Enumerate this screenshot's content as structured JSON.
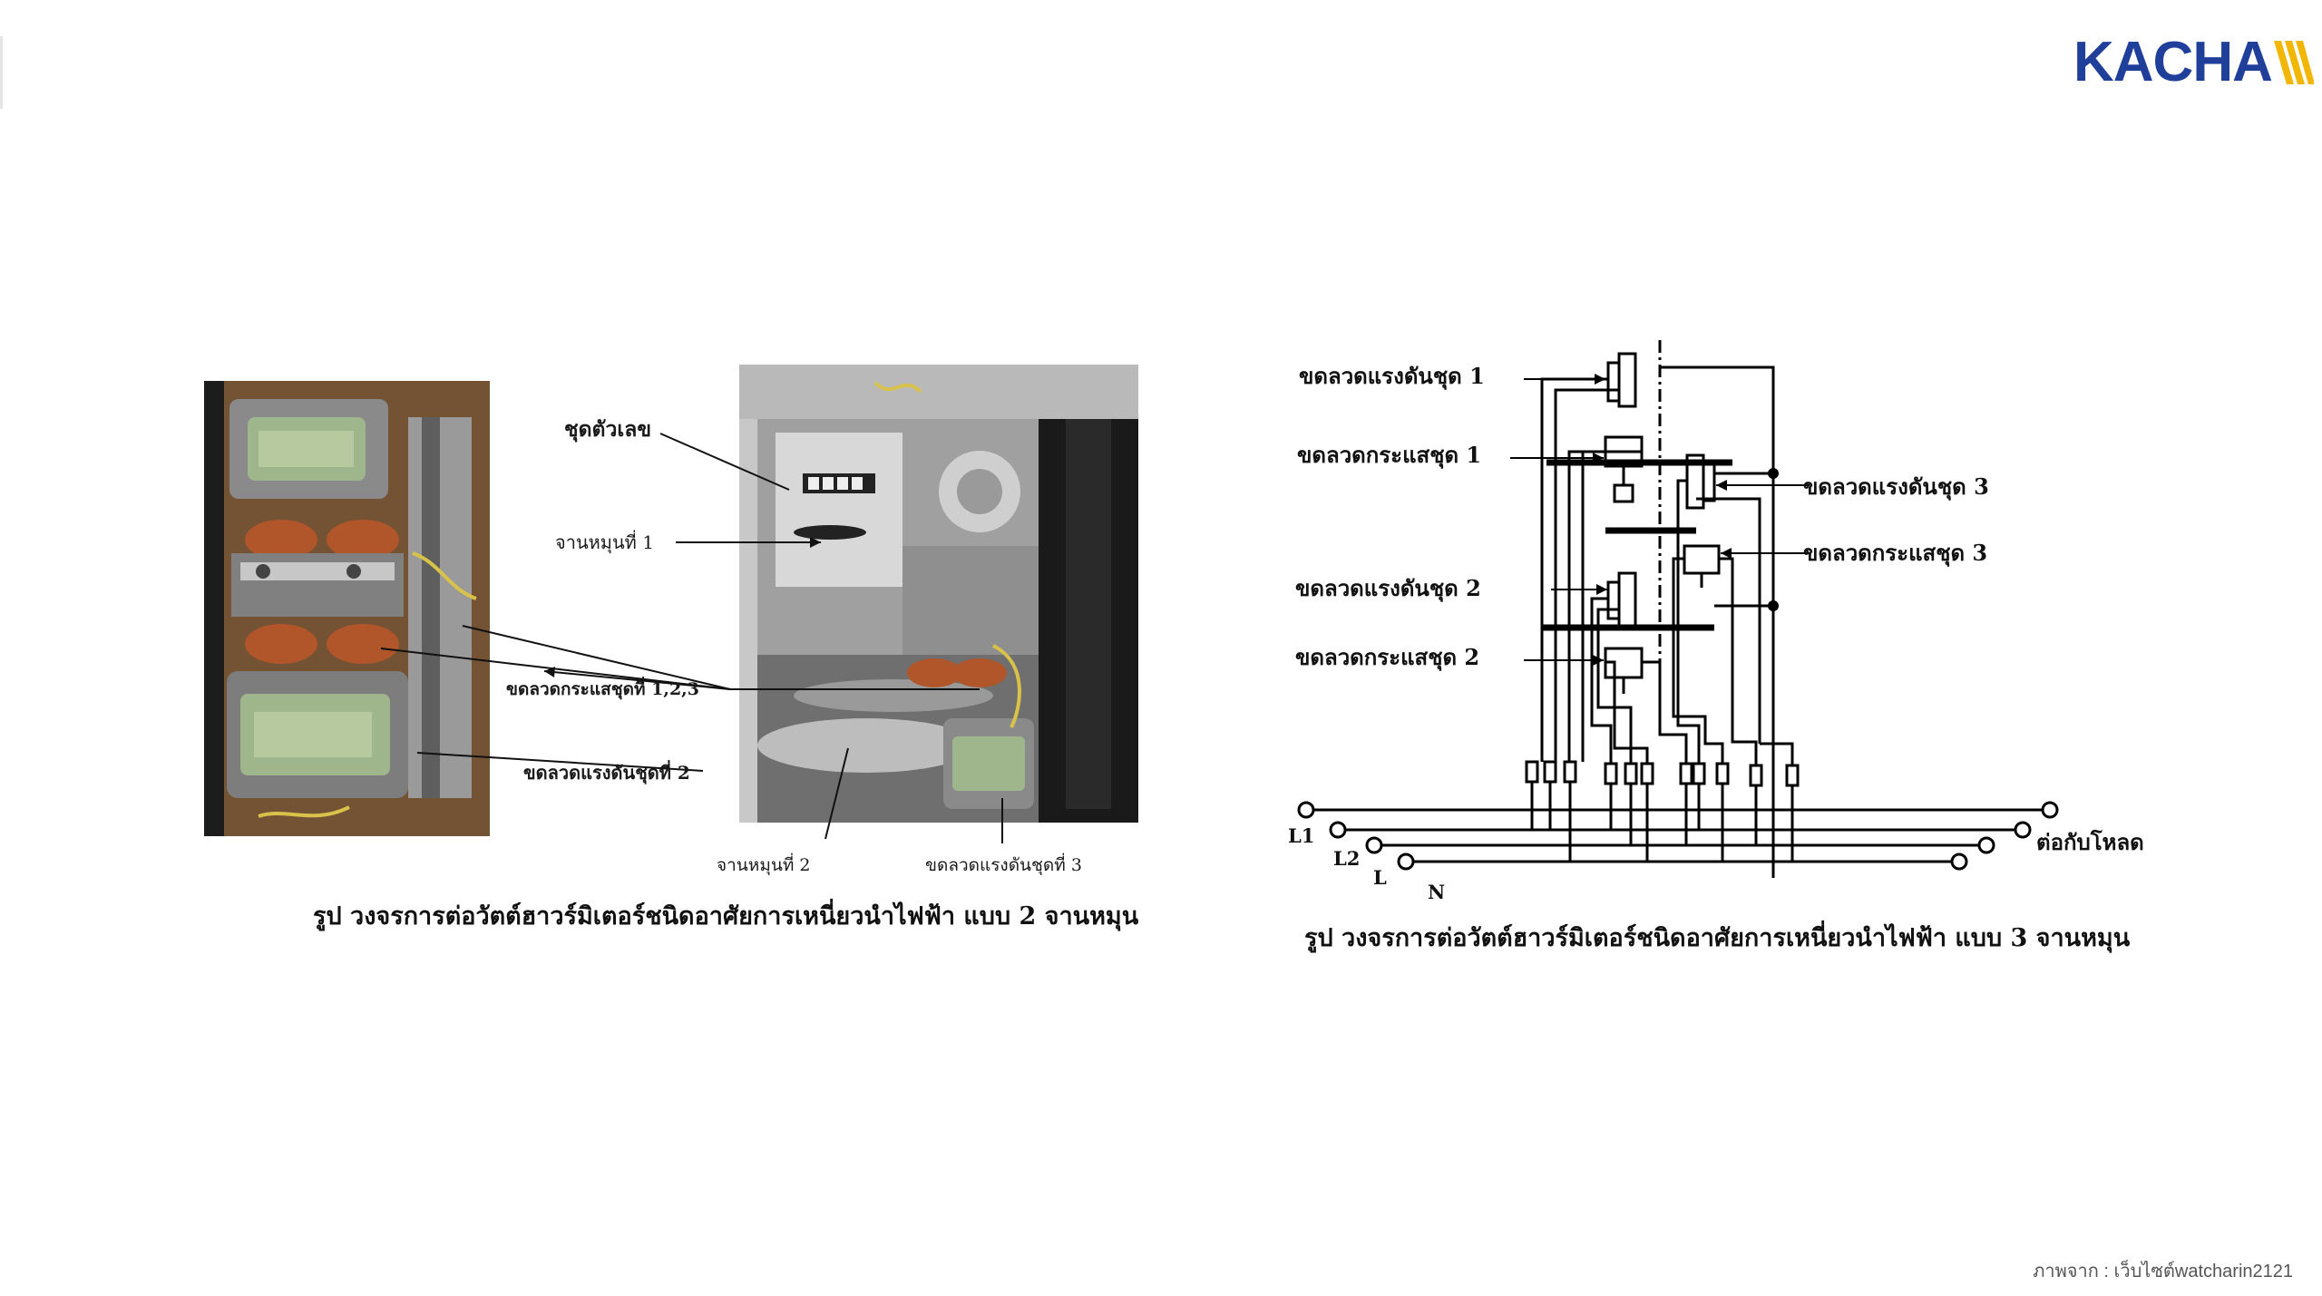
{
  "brand": {
    "name": "KACHA",
    "accent_color": "#f2b705",
    "text_color": "#1f3f9a"
  },
  "figure_left": {
    "labels": {
      "register": "ชุดตัวเลข",
      "disk1": "จานหมุนที่ 1",
      "current_coils": "ขดลวดกระแสชุดที่ 1,2,3",
      "voltage_coil2": "ขดลวดแรงดันชุดที่ 2",
      "disk2": "จานหมุนที่ 2",
      "voltage_coil3": "ขดลวดแรงดันชุดที่ 3"
    },
    "caption": "รูป วงจรการต่อวัตต์ฮาวร์มิเตอร์ชนิดอาศัยการเหนี่ยวนำไฟฟ้า แบบ 2 จานหมุน"
  },
  "figure_right": {
    "labels": {
      "voltage_coil1": "ขดลวดแรงดันชุด 1",
      "current_coil1": "ขดลวดกระแสชุด 1",
      "voltage_coil3": "ขดลวดแรงดันชุด 3",
      "current_coil3": "ขดลวดกระแสชุด 3",
      "voltage_coil2": "ขดลวดแรงดันชุด 2",
      "current_coil2": "ขดลวดกระแสชุด 2",
      "to_load": "ต่อกับโหลด",
      "l1": "L1",
      "l2": "L2",
      "l": "L",
      "n": "N"
    },
    "caption": "รูป วงจรการต่อวัตต์ฮาวร์มิเตอร์ชนิดอาศัยการเหนี่ยวนำไฟฟ้า แบบ 3 จานหมุน"
  },
  "credit": "ภาพจาก : เว็บไซต์watcharin2121"
}
